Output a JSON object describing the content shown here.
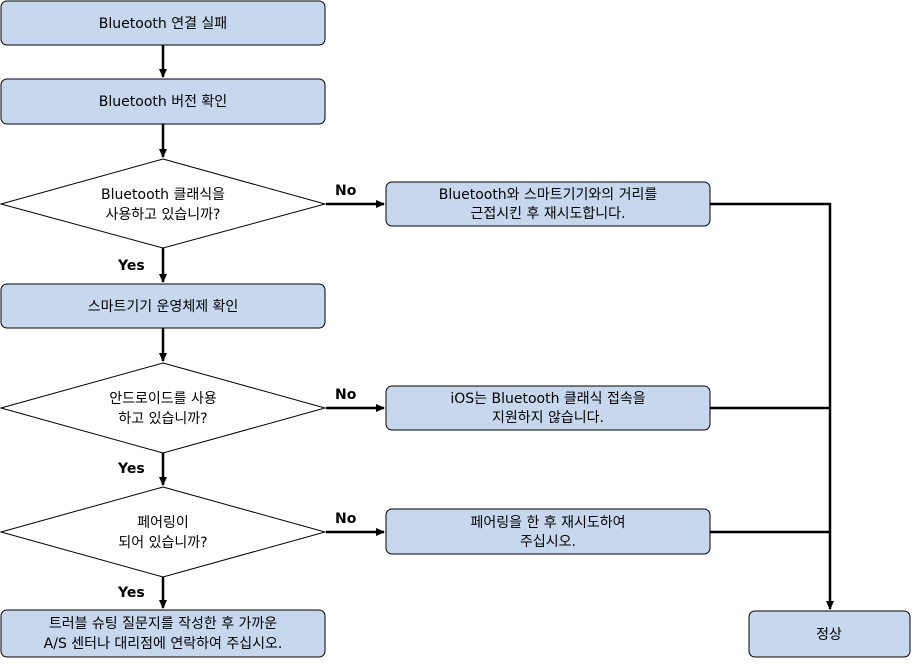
{
  "colors": {
    "box_fill": "#c7d8ee",
    "diamond_fill": "#ffffff",
    "stroke": "#000000"
  },
  "nodes": {
    "start": {
      "lines": [
        "Bluetooth  연결 실패"
      ]
    },
    "check_version": {
      "lines": [
        "Bluetooth 버전 확인"
      ]
    },
    "q_classic": {
      "lines": [
        "Bluetooth 클래식을",
        "사용하고 있습니까?"
      ]
    },
    "a_classic_no": {
      "lines": [
        "Bluetooth와 스마트기기와의 거리를",
        "근접시킨 후 재시도합니다."
      ]
    },
    "check_os": {
      "lines": [
        "스마트기기 운영체제 확인"
      ]
    },
    "q_android": {
      "lines": [
        "안드로이드를 사용",
        "하고 있습니까?"
      ]
    },
    "a_android_no": {
      "lines": [
        "iOS는 Bluetooth 클래식 접속을",
        "지원하지 않습니다."
      ]
    },
    "q_paired": {
      "lines": [
        "페어링이",
        "되어 있습니까?"
      ]
    },
    "a_paired_no": {
      "lines": [
        "페어링을 한 후 재시도하여",
        "주십시오."
      ]
    },
    "end_trouble": {
      "lines": [
        "트러블 슈팅 질문지를 작성한 후 가까운",
        "A/S 센터나 대리점에 연락하여 주십시오."
      ]
    },
    "end_normal": {
      "lines": [
        "정상"
      ]
    }
  },
  "labels": {
    "yes": "Yes",
    "no": "No"
  }
}
